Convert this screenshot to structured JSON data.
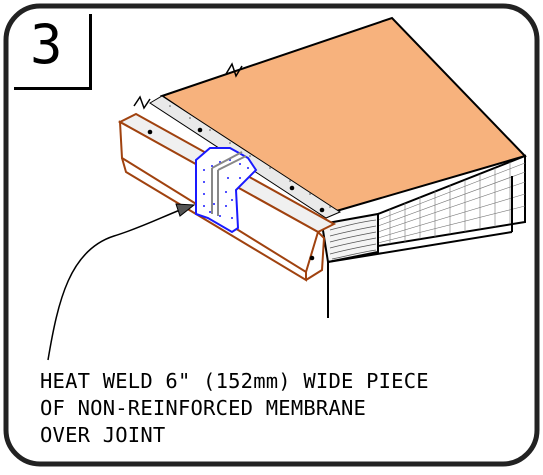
{
  "detail": {
    "step_number": "3",
    "caption_lines": [
      "HEAT WELD 6\" (152mm) WIDE PIECE",
      "OF NON-REINFORCED MEMBRANE",
      "OVER JOINT"
    ]
  },
  "colors": {
    "insulation_face": "#f7b27d",
    "metal_edge": "#a0420f",
    "membrane_patch": "#1a1aff",
    "frame": "#000000"
  },
  "icons": {
    "leader": "leader-arrow-icon"
  }
}
